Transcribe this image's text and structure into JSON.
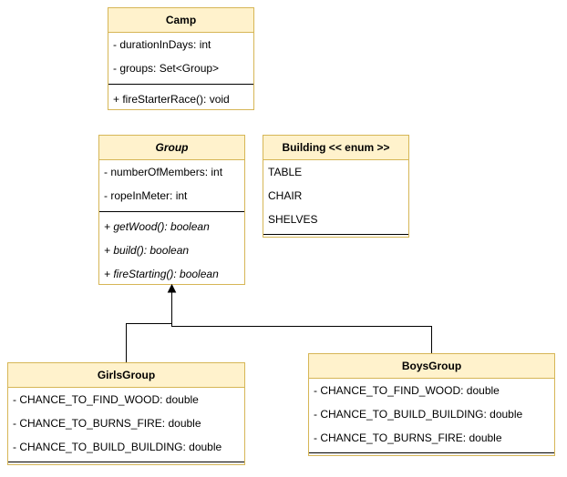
{
  "classes": {
    "camp": {
      "name": "Camp",
      "attributes": [
        "- durationInDays: int",
        "- groups: Set<Group>"
      ],
      "methods": [
        "+ fireStarterRace(): void"
      ]
    },
    "group": {
      "name": "Group",
      "attributes": [
        "- numberOfMembers: int",
        "- ropeInMeter: int"
      ],
      "methods": [
        "+ getWood(): boolean",
        "+ build(): boolean",
        "+ fireStarting(): boolean"
      ]
    },
    "building": {
      "name": "Building << enum >>",
      "values": [
        "TABLE",
        "CHAIR",
        "SHELVES"
      ]
    },
    "girls_group": {
      "name": "GirlsGroup",
      "attributes": [
        "- CHANCE_TO_FIND_WOOD: double",
        "- CHANCE_TO_BURNS_FIRE: double",
        "- CHANCE_TO_BUILD_BUILDING: double"
      ]
    },
    "boys_group": {
      "name": "BoysGroup",
      "attributes": [
        "- CHANCE_TO_FIND_WOOD: double",
        "- CHANCE_TO_BUILD_BUILDING: double",
        "- CHANCE_TO_BURNS_FIRE: double"
      ]
    }
  },
  "colors": {
    "header_fill": "#fff2cc",
    "border": "#d6b656",
    "edge": "#000000"
  }
}
